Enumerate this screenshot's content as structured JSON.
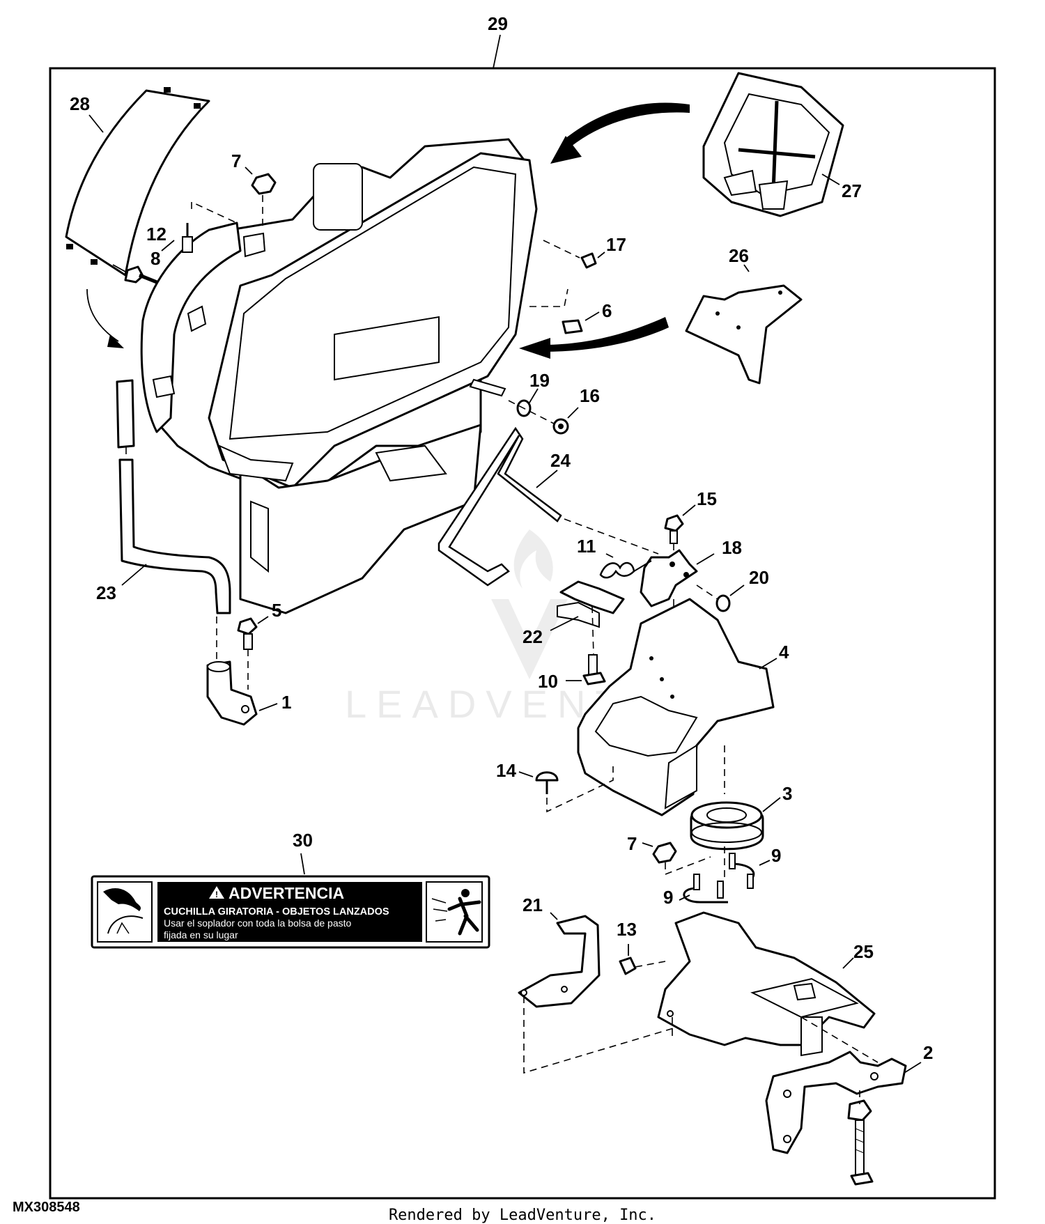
{
  "diagram": {
    "figure_id": "MX308548",
    "footer_credit": "Rendered by LeadVenture, Inc.",
    "watermark": "LEADVENTURE",
    "callouts": {
      "c29": "29",
      "c28": "28",
      "c27": "27",
      "c26": "26",
      "c7a": "7",
      "c7b": "7",
      "c12": "12",
      "c8": "8",
      "c17": "17",
      "c6": "6",
      "c19": "19",
      "c16": "16",
      "c24": "24",
      "c15": "15",
      "c11": "11",
      "c18": "18",
      "c20": "20",
      "c23": "23",
      "c5": "5",
      "c22": "22",
      "c4": "4",
      "c10": "10",
      "c1": "1",
      "c14": "14",
      "c3": "3",
      "c30": "30",
      "c9a": "9",
      "c9b": "9",
      "c21": "21",
      "c13": "13",
      "c25": "25",
      "c2": "2"
    },
    "decal": {
      "heading": "ADVERTENCIA",
      "line1": "CUCHILLA GIRATORIA - OBJETOS LANZADOS",
      "line2": "Usar el soplador con toda la bolsa de pasto",
      "line3": "fijada en su lugar"
    }
  }
}
